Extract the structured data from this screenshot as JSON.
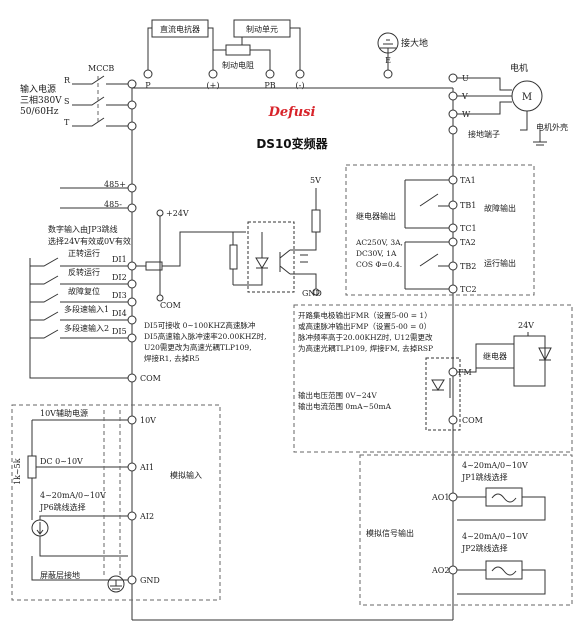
{
  "header": {
    "brand": "Defusi",
    "title": "DS10变频器",
    "brand_color": "#d8232a"
  },
  "top": {
    "dc_reactor": "直流电抗器",
    "brake_unit": "制动单元",
    "brake_resistor": "制动电阻",
    "ground": "接大地",
    "terminals": [
      "P",
      "(+)",
      "PB",
      "(-)",
      "E"
    ]
  },
  "power_input": {
    "label": "输入电源",
    "spec1": "三相380V",
    "spec2": "50/60Hz",
    "breaker": "MCCB",
    "phases": [
      "R",
      "S",
      "T"
    ]
  },
  "motor": {
    "label": "电机",
    "symbol": "M",
    "outputs": [
      "U",
      "V",
      "W"
    ],
    "ground_terminal": "接地端子",
    "housing": "电机外壳"
  },
  "pulse": {
    "plus": "485+",
    "minus": "485-"
  },
  "digital": {
    "header1": "数字输入由JP3跳线",
    "header2": "选择24V有效或0V有效",
    "supply": "+24V",
    "com": "COM",
    "supply_5v": "5V",
    "gnd": "GND",
    "inputs": [
      {
        "label": "正转运行",
        "terminal": "DI1"
      },
      {
        "label": "反转运行",
        "terminal": "DI2"
      },
      {
        "label": "故障复位",
        "terminal": "DI3"
      },
      {
        "label": "多段速输入1",
        "terminal": "DI4"
      },
      {
        "label": "多段速输入2",
        "terminal": "DI5"
      }
    ],
    "notes": [
      "DI5可接收 0~100KHZ高速脉冲",
      "DI5高速输入脉冲速率20.00KHZ时,",
      "U20需更改为高速光耦TLP109,",
      "焊接R1, 去掉R5"
    ]
  },
  "relay": {
    "output_label": "继电器输出",
    "spec": [
      "AC250V, 3A,",
      "DC30V, 1A",
      "COS Φ=0.4."
    ],
    "fault_output": "故障输出",
    "run_output": "运行输出",
    "terminals": [
      "TA1",
      "TB1",
      "TC1",
      "TA2",
      "TB2",
      "TC2"
    ]
  },
  "fm": {
    "notes": [
      "开路集电极输出FMR（设置5-00 = 1）",
      "或高速脉冲输出FMP（设置5-00 = 0）",
      "脉冲频率高于20.00KHZ时, U12需更改",
      "为高速光耦TLP109, 焊接FM, 去掉RSP"
    ],
    "voltage_range": "输出电压范围  0V~24V",
    "current_range": "输出电流范围  0mA~50mA",
    "terminal": "FM",
    "com": "COM",
    "supply": "24V",
    "relay": "继电器"
  },
  "analog_in": {
    "supply_label": "10V辅助电源",
    "ai1_label": "DC 0~10V",
    "ai2_label1": "4~20mA/0~10V",
    "ai2_label2": "JP6跳线选择",
    "pot_label": "1k~5k",
    "section": "模拟输入",
    "shield": "屏蔽层接地",
    "terminals": [
      "10V",
      "AI1",
      "AI2",
      "GND"
    ]
  },
  "analog_out": {
    "section": "模拟信号输出",
    "ao1_label1": "4~20mA/0~10V",
    "ao1_label2": "JP1跳线选择",
    "ao2_label1": "4~20mA/0~10V",
    "ao2_label2": "JP2跳线选择",
    "terminals": [
      "AO1",
      "AO2"
    ]
  },
  "com_terminal": "COM"
}
